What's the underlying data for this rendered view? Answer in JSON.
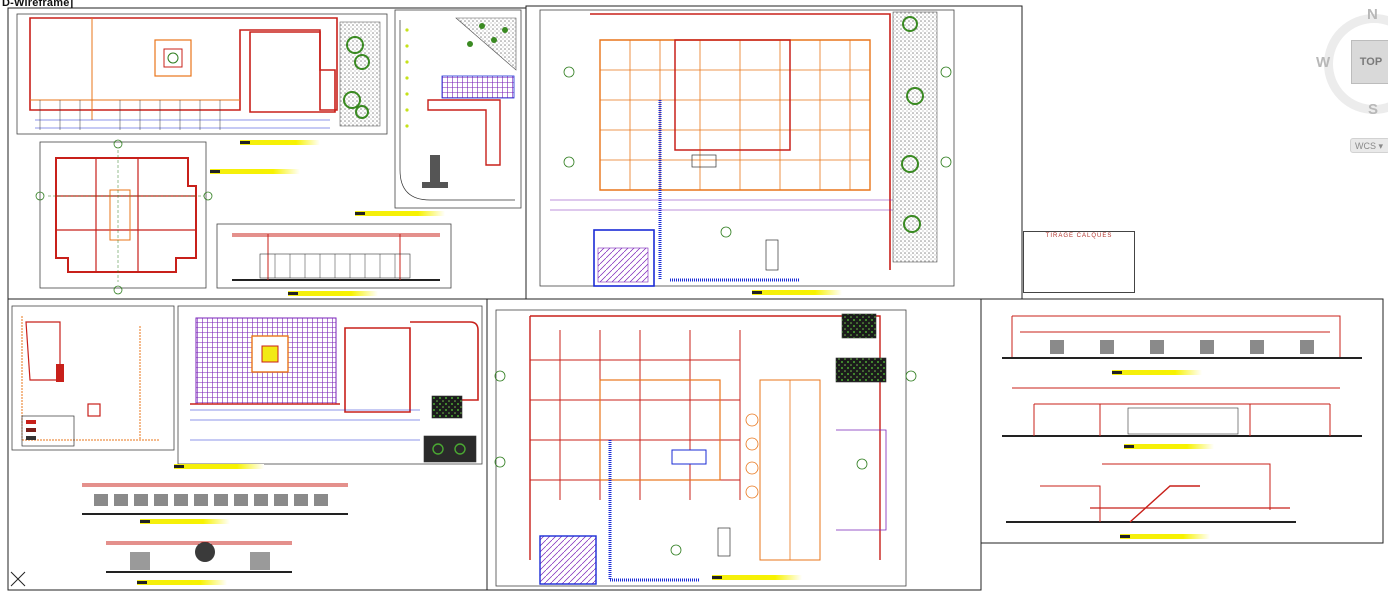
{
  "viewport": {
    "label": "D-Wireframe]"
  },
  "viewcube": {
    "north": "N",
    "west": "W",
    "south": "S",
    "top_face": "TOP",
    "wcs_menu": "WCS ▾"
  },
  "title_block": {
    "title": "TIRAGE CALQUES"
  },
  "colors": {
    "background": "#ffffff",
    "wall_red": "#c8201a",
    "orange": "#e8751a",
    "blue": "#1a2bd6",
    "purple": "#7a22b8",
    "green": "#2e7d1e",
    "yellow": "#f2ea14",
    "dark_red": "#8a1410",
    "grey_hatch": "#9a9a9a"
  },
  "icons": {
    "viewcube": "viewcube-icon",
    "ucs": "ucs-icon"
  }
}
